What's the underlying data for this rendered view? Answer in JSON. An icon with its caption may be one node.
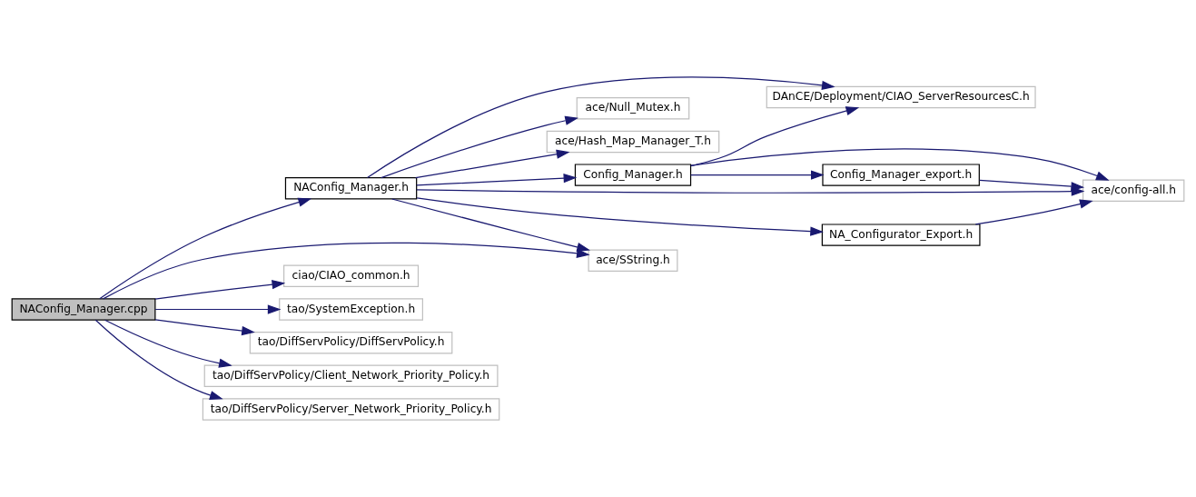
{
  "diagram": {
    "nodes": [
      {
        "text": [
          "NAConfig_Manager.cpp"
        ]
      },
      {
        "text": [
          "NAConfig_Manager.h"
        ]
      },
      {
        "text": [
          "DAnCE/Deployment/CIAO_ServerResourcesC.h"
        ]
      },
      {
        "text": [
          "ace/Null_Mutex.h"
        ]
      },
      {
        "text": [
          "ace/Hash_Map_Manager_T.h"
        ]
      },
      {
        "text": [
          "Config_Manager.h"
        ]
      },
      {
        "text": [
          "ace/config-all.h"
        ]
      },
      {
        "text": [
          "Config_Manager_export.h"
        ]
      },
      {
        "text": [
          "NA_Configurator_Export.h"
        ]
      },
      {
        "text": [
          "ace/SString.h"
        ]
      },
      {
        "text": [
          "ciao/CIAO_common.h"
        ]
      },
      {
        "text": [
          "tao/SystemException.h"
        ]
      },
      {
        "text": [
          "tao/DiffServPolicy/DiffServPolicy.h"
        ]
      },
      {
        "text": [
          "tao/DiffServPolicy/Client_Network_Priority_Policy.h"
        ]
      },
      {
        "text": [
          "tao/DiffServPolicy/Server_Network_Priority_Policy.h"
        ]
      }
    ],
    "edges": [
      {
        "from": 0,
        "to": 1,
        "arrow": "to"
      },
      {
        "from": 1,
        "to": 2,
        "arrow": "to"
      },
      {
        "from": 1,
        "to": 6,
        "arrow": "to"
      },
      {
        "from": 1,
        "to": 3,
        "arrow": "to"
      },
      {
        "from": 1,
        "to": 4,
        "arrow": "to"
      },
      {
        "from": 1,
        "to": 5,
        "arrow": "to"
      },
      {
        "from": 5,
        "to": 2,
        "arrow": "to"
      },
      {
        "from": 5,
        "to": 6,
        "arrow": "to"
      },
      {
        "from": 5,
        "to": 7,
        "arrow": "to"
      },
      {
        "from": 7,
        "to": 6,
        "arrow": "to"
      },
      {
        "from": 1,
        "to": 8,
        "arrow": "to"
      },
      {
        "from": 8,
        "to": 6,
        "arrow": "to"
      },
      {
        "from": 1,
        "to": 9,
        "arrow": "to"
      },
      {
        "from": 0,
        "to": 9,
        "arrow": "to"
      },
      {
        "from": 0,
        "to": 10,
        "arrow": "to"
      },
      {
        "from": 0,
        "to": 11,
        "arrow": "to"
      },
      {
        "from": 0,
        "to": 12,
        "arrow": "to"
      },
      {
        "from": 0,
        "to": 13,
        "arrow": "to"
      },
      {
        "from": 0,
        "to": 14,
        "arrow": "to"
      }
    ]
  }
}
